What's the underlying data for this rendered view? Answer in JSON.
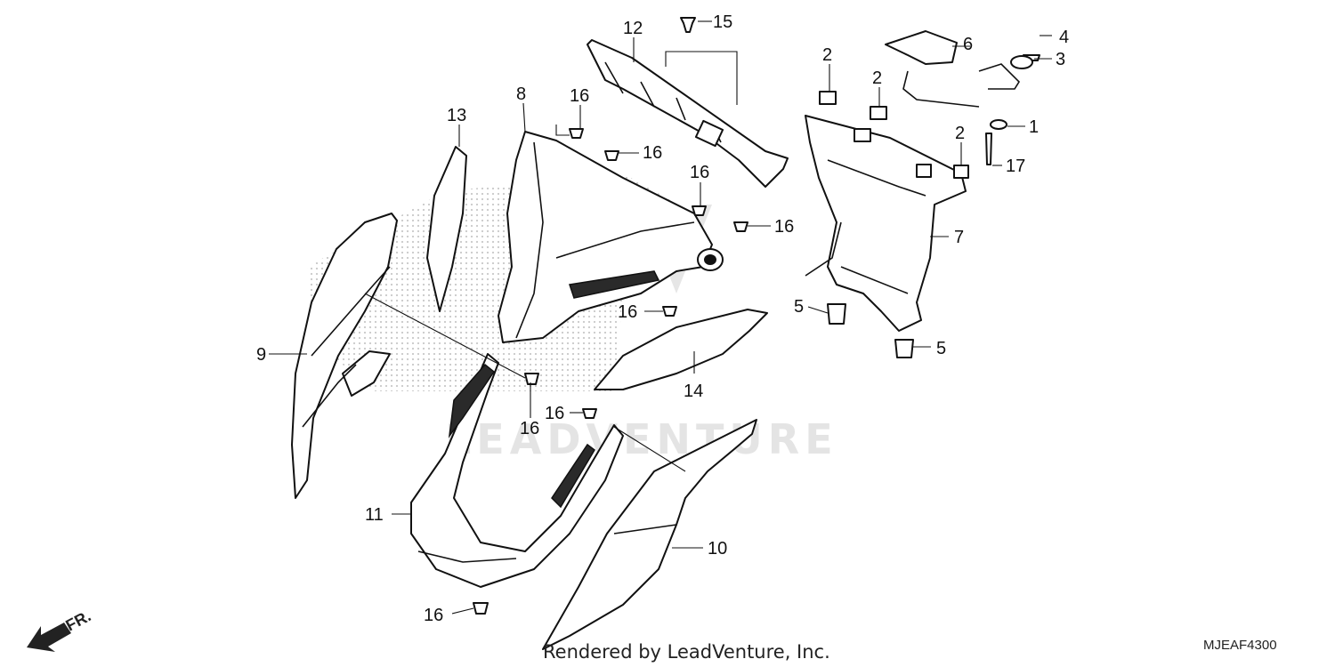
{
  "diagram": {
    "watermark": "LEADVENTURE",
    "footer": "Rendered by LeadVenture, Inc.",
    "diagram_code": "MJEAF4300",
    "direction_label": "FR.",
    "callouts": [
      {
        "id": "c15",
        "label": "15"
      },
      {
        "id": "c12",
        "label": "12"
      },
      {
        "id": "c4",
        "label": "4"
      },
      {
        "id": "c6",
        "label": "6"
      },
      {
        "id": "c3",
        "label": "3"
      },
      {
        "id": "c2a",
        "label": "2"
      },
      {
        "id": "c2b",
        "label": "2"
      },
      {
        "id": "c1",
        "label": "1"
      },
      {
        "id": "c2c",
        "label": "2"
      },
      {
        "id": "c17",
        "label": "17"
      },
      {
        "id": "c8",
        "label": "8"
      },
      {
        "id": "c16a",
        "label": "16"
      },
      {
        "id": "c13",
        "label": "13"
      },
      {
        "id": "c16b",
        "label": "16"
      },
      {
        "id": "c16c",
        "label": "16"
      },
      {
        "id": "c16d",
        "label": "16"
      },
      {
        "id": "c7",
        "label": "7"
      },
      {
        "id": "c16e",
        "label": "16"
      },
      {
        "id": "c5a",
        "label": "5"
      },
      {
        "id": "c9",
        "label": "9"
      },
      {
        "id": "c5b",
        "label": "5"
      },
      {
        "id": "c14",
        "label": "14"
      },
      {
        "id": "c16f",
        "label": "16"
      },
      {
        "id": "c16g",
        "label": "16"
      },
      {
        "id": "c11",
        "label": "11"
      },
      {
        "id": "c10",
        "label": "10"
      },
      {
        "id": "c16h",
        "label": "16"
      }
    ]
  }
}
